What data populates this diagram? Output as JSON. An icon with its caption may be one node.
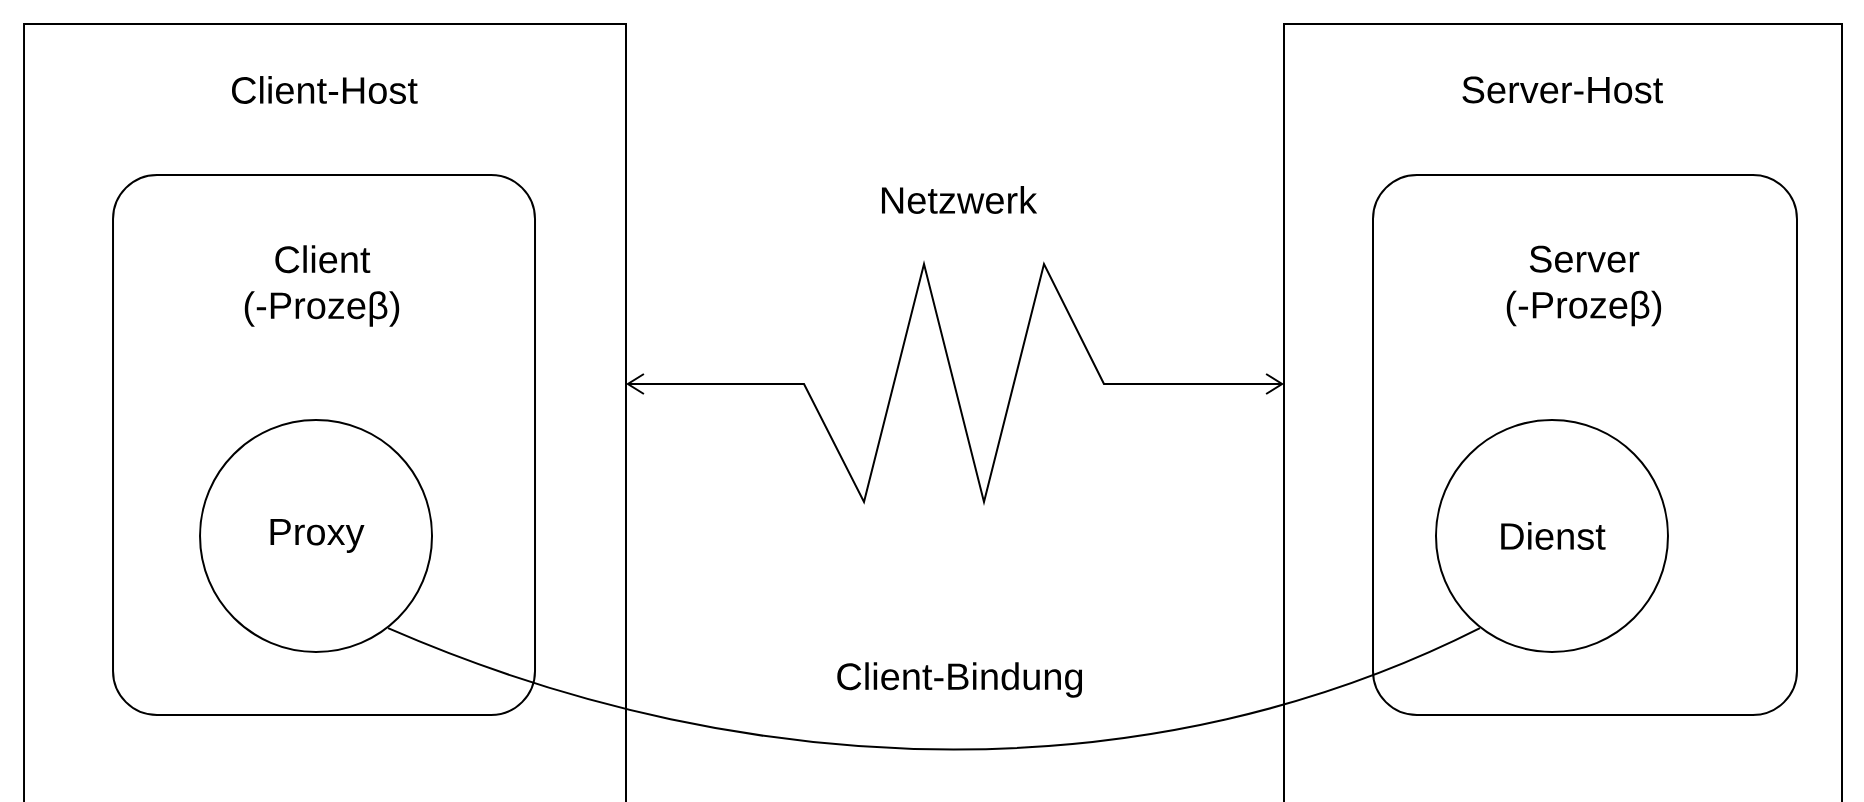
{
  "diagram": {
    "nodes": [
      {
        "text": [
          "Client-Host"
        ]
      },
      {
        "text": [
          "Client (-Prozeβ)"
        ],
        "in": 0
      },
      {
        "text": [
          "Proxy"
        ],
        "in": 1
      },
      {
        "text": [
          "Server-Host"
        ]
      },
      {
        "text": [
          "Server (-Prozeβ)"
        ],
        "in": 3
      },
      {
        "text": [
          "Dienst"
        ],
        "in": 4
      }
    ],
    "edges": [
      {
        "from": 0,
        "to": 3,
        "arrow": "both",
        "label": "Netzwerk"
      },
      {
        "from": 2,
        "to": 5,
        "arrow": "none",
        "label": "Client-Bindung"
      }
    ]
  }
}
